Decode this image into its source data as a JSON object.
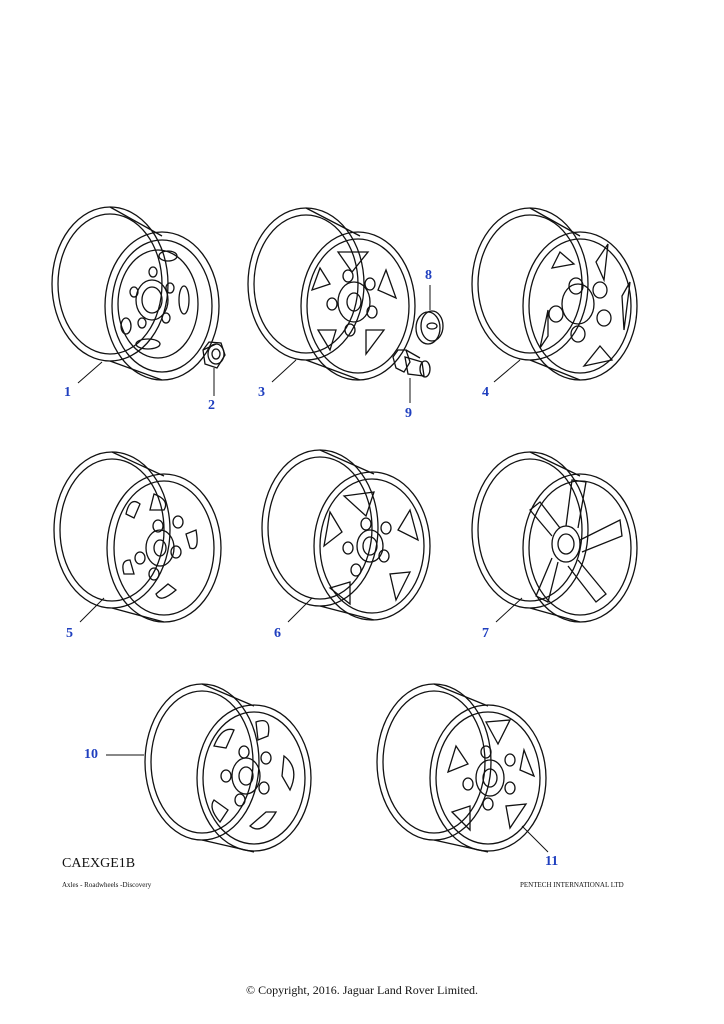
{
  "diagram": {
    "callouts": [
      "1",
      "2",
      "3",
      "4",
      "5",
      "6",
      "7",
      "8",
      "9",
      "10",
      "11"
    ],
    "code": "CAEXGE1B",
    "caption_left": "Axles - Roadwheels -Discovery",
    "caption_right": "PENTECH INTERNATIONAL LTD",
    "copyright": "© Copyright, 2016. Jaguar Land Rover Limited.",
    "callout_color": "#1f3fbf",
    "line_color": "#111111"
  }
}
